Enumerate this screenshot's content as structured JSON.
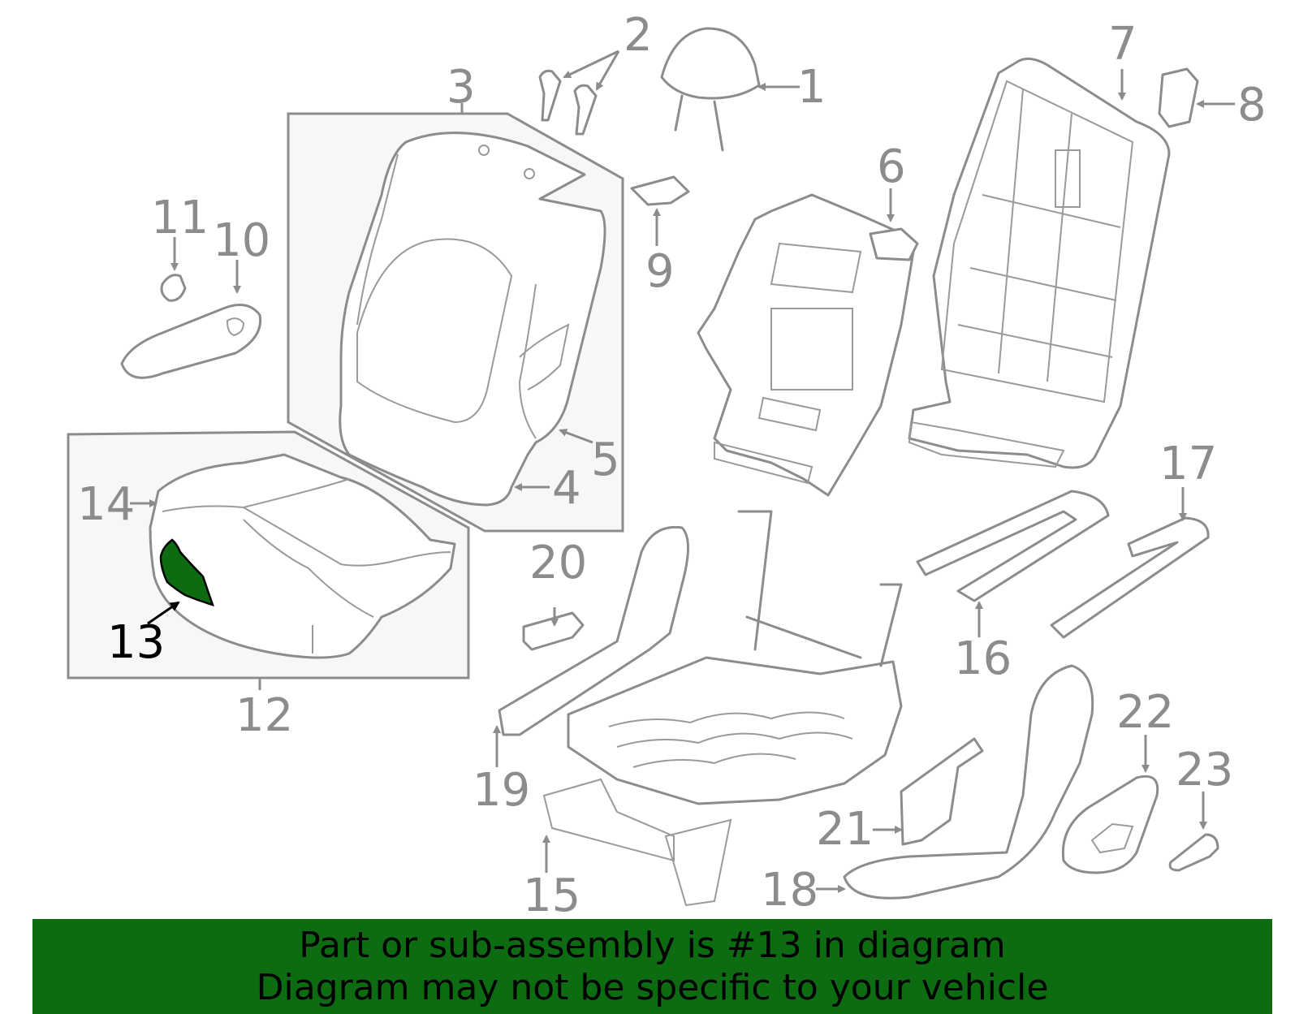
{
  "highlight": {
    "part_number": "13",
    "color": "#0d6b12"
  },
  "callouts": [
    "1",
    "2",
    "3",
    "4",
    "5",
    "6",
    "7",
    "8",
    "9",
    "10",
    "11",
    "12",
    "13",
    "14",
    "15",
    "16",
    "17",
    "18",
    "19",
    "20",
    "21",
    "22",
    "23"
  ],
  "banner": {
    "line1": "Part or sub-assembly is #13 in diagram",
    "line2": "Diagram may not be specific to your vehicle",
    "background": "#0d6b12"
  },
  "colors": {
    "line": "#8c8c8c",
    "box_fill": "#f7f7f7"
  }
}
